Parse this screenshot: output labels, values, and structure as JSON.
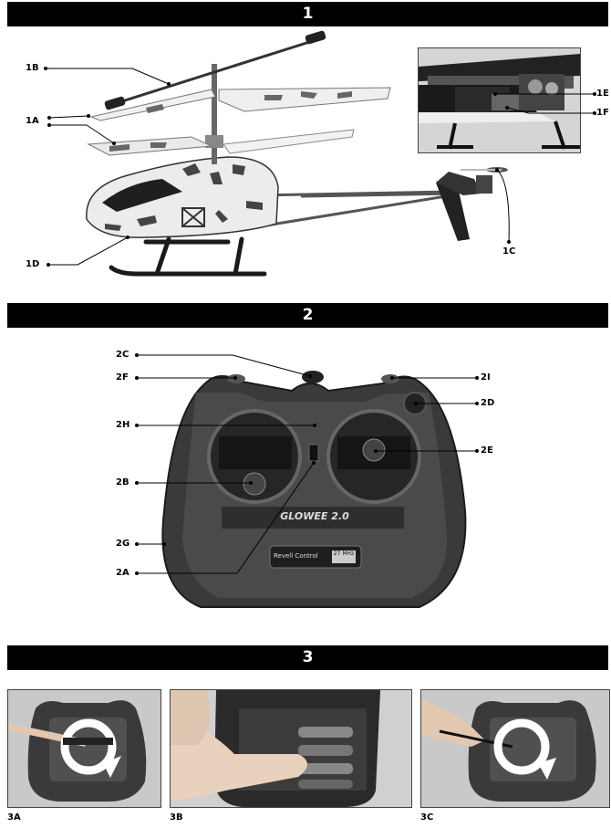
{
  "sections": {
    "s1": "1",
    "s2": "2",
    "s3": "3"
  },
  "helicopter_labels": {
    "l1B": "1B",
    "l1A": "1A",
    "l1D": "1D",
    "l1C": "1C",
    "l1E": "1E",
    "l1F": "1F"
  },
  "controller_labels": {
    "l2C": "2C",
    "l2F": "2F",
    "l2H": "2H",
    "l2B": "2B",
    "l2G": "2G",
    "l2A": "2A",
    "l2I": "2I",
    "l2D": "2D",
    "l2E": "2E"
  },
  "controller_text": {
    "model": "GLOWEE 2.0",
    "brand": "Revell Control",
    "badge": "27 MHz"
  },
  "step_labels": {
    "s3A": "3A",
    "s3B": "3B",
    "s3C": "3C"
  }
}
